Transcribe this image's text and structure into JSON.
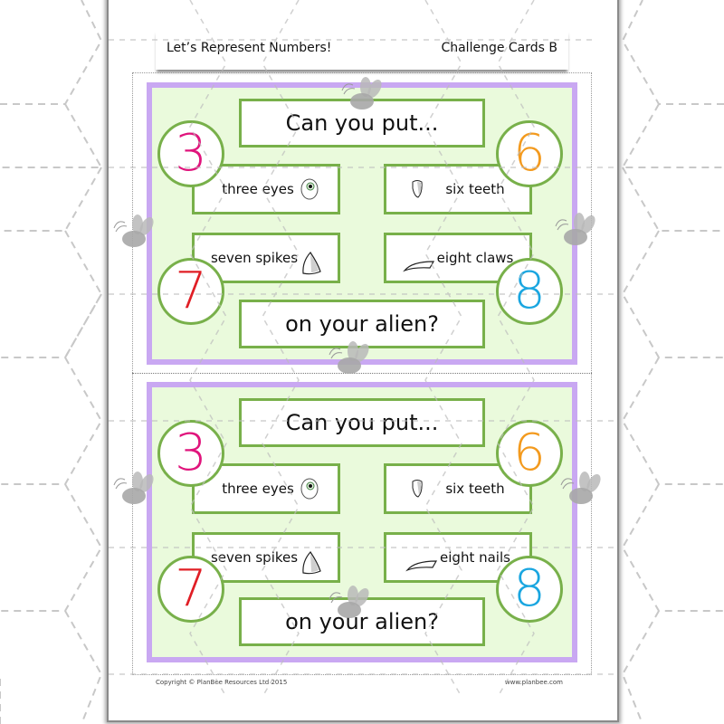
{
  "header": {
    "title": "Let’s Represent Numbers!",
    "subtitle": "Challenge Cards B"
  },
  "colors": {
    "card_border": "#c9a8f2",
    "card_fill": "#eafadc",
    "box_border": "#78b04a",
    "num_three": "#e0147c",
    "num_six": "#f39a1e",
    "num_seven": "#e01e25",
    "num_eight": "#1aa6e0"
  },
  "cards": [
    {
      "top_prompt": "Can you put...",
      "bottom_prompt": "on your alien?",
      "numbers": {
        "top_left": "3",
        "top_right": "6",
        "bottom_left": "7",
        "bottom_right": "8"
      },
      "items": {
        "top_left": {
          "label": "three eyes",
          "icon": "eye-icon"
        },
        "top_right": {
          "label": "six teeth",
          "icon": "tooth-icon"
        },
        "bottom_left": {
          "label": "seven spikes",
          "icon": "spike-icon"
        },
        "bottom_right": {
          "label": "eight claws",
          "icon": "claw-icon"
        }
      }
    },
    {
      "top_prompt": "Can you put...",
      "bottom_prompt": "on your alien?",
      "numbers": {
        "top_left": "3",
        "top_right": "6",
        "bottom_left": "7",
        "bottom_right": "8"
      },
      "items": {
        "top_left": {
          "label": "three eyes",
          "icon": "eye-icon"
        },
        "top_right": {
          "label": "six teeth",
          "icon": "tooth-icon"
        },
        "bottom_left": {
          "label": "seven spikes",
          "icon": "spike-icon"
        },
        "bottom_right": {
          "label": "eight nails",
          "icon": "nail-icon"
        }
      }
    }
  ],
  "footer": {
    "copyright": "Copyright © PlanBee Resources Ltd 2015",
    "website": "www.planbee.com"
  }
}
